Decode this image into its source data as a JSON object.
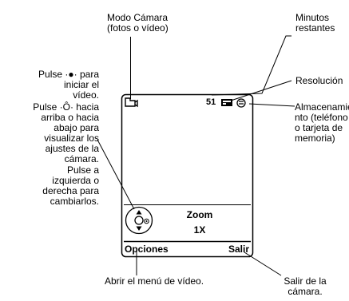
{
  "callouts": {
    "camera_mode": [
      "Modo Cámara",
      "(fotos o vídeo)"
    ],
    "minutes_remaining": [
      "Minutos",
      "restantes"
    ],
    "resolution": "Resolución",
    "storage": [
      "Almacenamie",
      "nto (teléfono",
      "o tarjeta de",
      "memoria)"
    ],
    "start_video": [
      "Pulse ·●· para",
      "iniciar el",
      "vídeo."
    ],
    "adjust_settings": [
      "Pulse ·Ô· hacia",
      "arriba o hacia",
      "abajo para",
      "visualizar los",
      "ajustes de la",
      "cámara."
    ],
    "change_settings": [
      "Pulse a",
      "izquierda o",
      "derecha para",
      "cambiarlos."
    ],
    "open_menu": "Abrir el menú de vídeo.",
    "exit_camera": [
      "Salir de la",
      "cámara."
    ]
  },
  "phone_screen": {
    "minutes_value": "51",
    "zoom_label": "Zoom",
    "zoom_value": "1X",
    "left_softkey": "Opciones",
    "right_softkey": "Salir"
  }
}
